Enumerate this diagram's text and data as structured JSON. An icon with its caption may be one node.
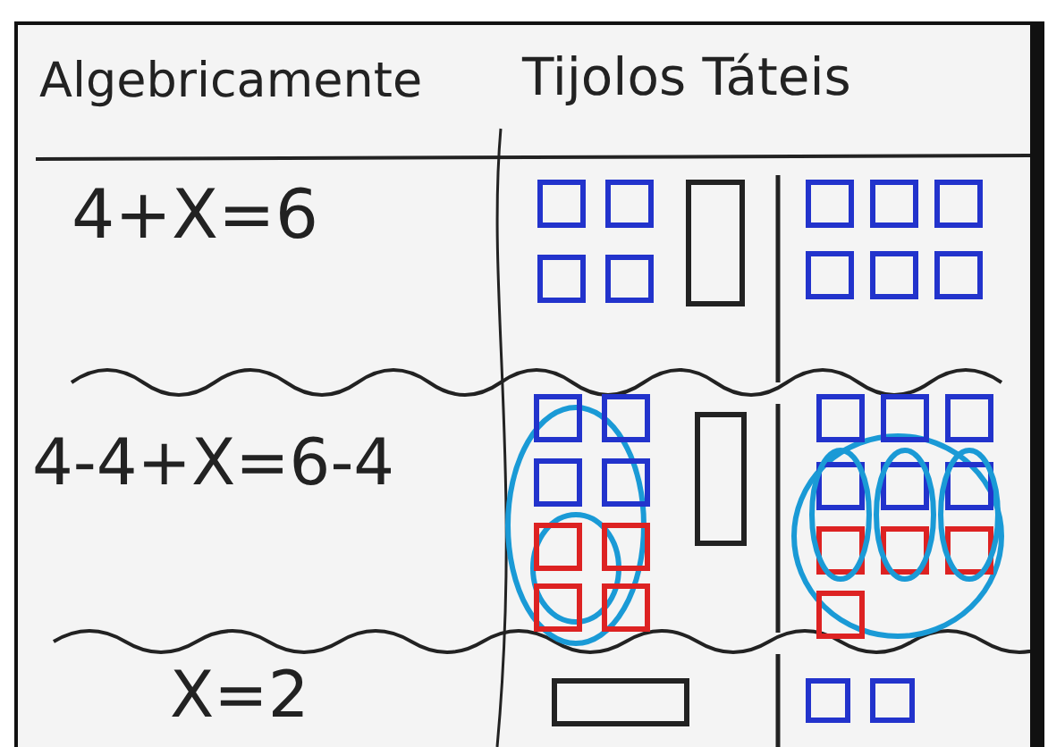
{
  "diagram": {
    "labels": [
      "Algebricamente",
      "Tijolos Táteis",
      "4+X=6",
      "4-4+X=6-4",
      "X=2"
    ]
  }
}
